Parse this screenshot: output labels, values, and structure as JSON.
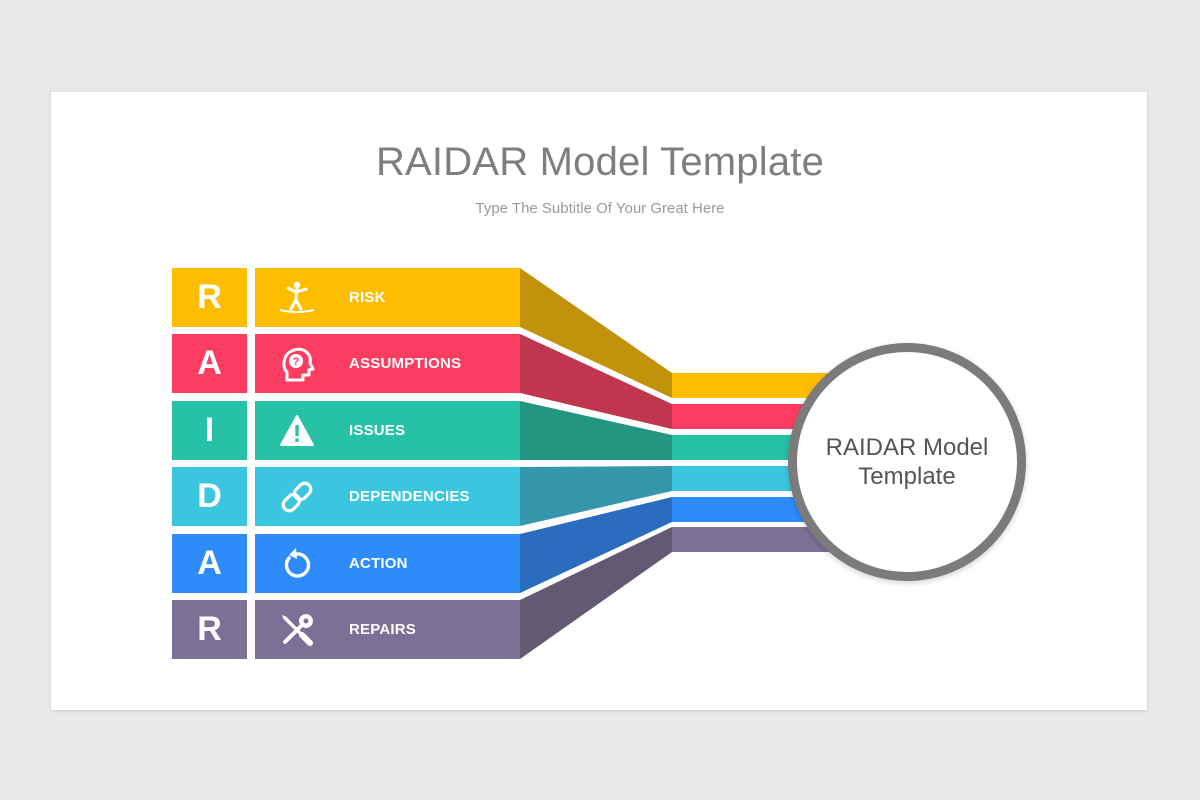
{
  "slide": {
    "title": "RAIDAR Model Template",
    "subtitle": "Type The Subtitle Of Your Great Here"
  },
  "hub": {
    "line1": "RAIDAR Model",
    "line2": "Template"
  },
  "rows": [
    {
      "letter": "R",
      "label": "RISK",
      "icon": "tightrope-walker-icon",
      "color": "#fdbd00",
      "dark": "#c2920b",
      "thin": "#fdbd00"
    },
    {
      "letter": "A",
      "label": "ASSUMPTIONS",
      "icon": "head-question-icon",
      "color": "#fd3c62",
      "dark": "#bf364e",
      "thin": "#fd3c62"
    },
    {
      "letter": "I",
      "label": "ISSUES",
      "icon": "warning-triangle-icon",
      "color": "#27c1a6",
      "dark": "#239581",
      "thin": "#27c1a6"
    },
    {
      "letter": "D",
      "label": "DEPENDENCIES",
      "icon": "chain-link-icon",
      "color": "#3bc6df",
      "dark": "#3597ab",
      "thin": "#3bc6df"
    },
    {
      "letter": "A",
      "label": "ACTION",
      "icon": "refresh-arrow-icon",
      "color": "#2d8cfa",
      "dark": "#2a6dbf",
      "thin": "#2d8cfa"
    },
    {
      "letter": "R",
      "label": "REPAIRS",
      "icon": "wrench-screwdriver-icon",
      "color": "#7d7097",
      "dark": "#635972",
      "thin": "#7d7097"
    }
  ]
}
